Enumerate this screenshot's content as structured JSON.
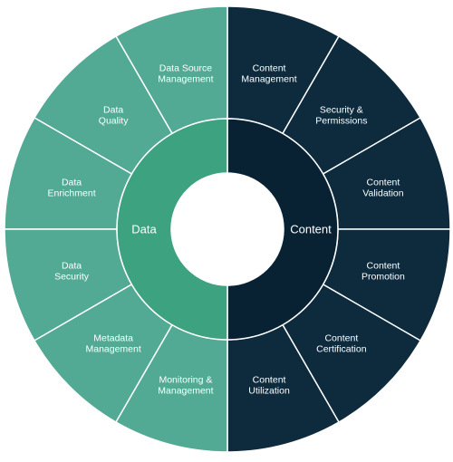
{
  "colors": {
    "data_outer": "#52a994",
    "data_inner": "#3ca27f",
    "content_outer": "#0e2b3e",
    "content_inner": "#082234",
    "divider": "#ffffff",
    "center": "#ffffff"
  },
  "inner": {
    "data_label": "Data",
    "content_label": "Content"
  },
  "data_segments": [
    "Data Source Management",
    "Data Quality",
    "Data Enrichment",
    "Data Security",
    "Metadata Management",
    "Monitoring & Management"
  ],
  "content_segments": [
    "Content Management",
    "Security & Permissions",
    "Content Validation",
    "Content Promotion",
    "Content Certification",
    "Content Utilization"
  ]
}
